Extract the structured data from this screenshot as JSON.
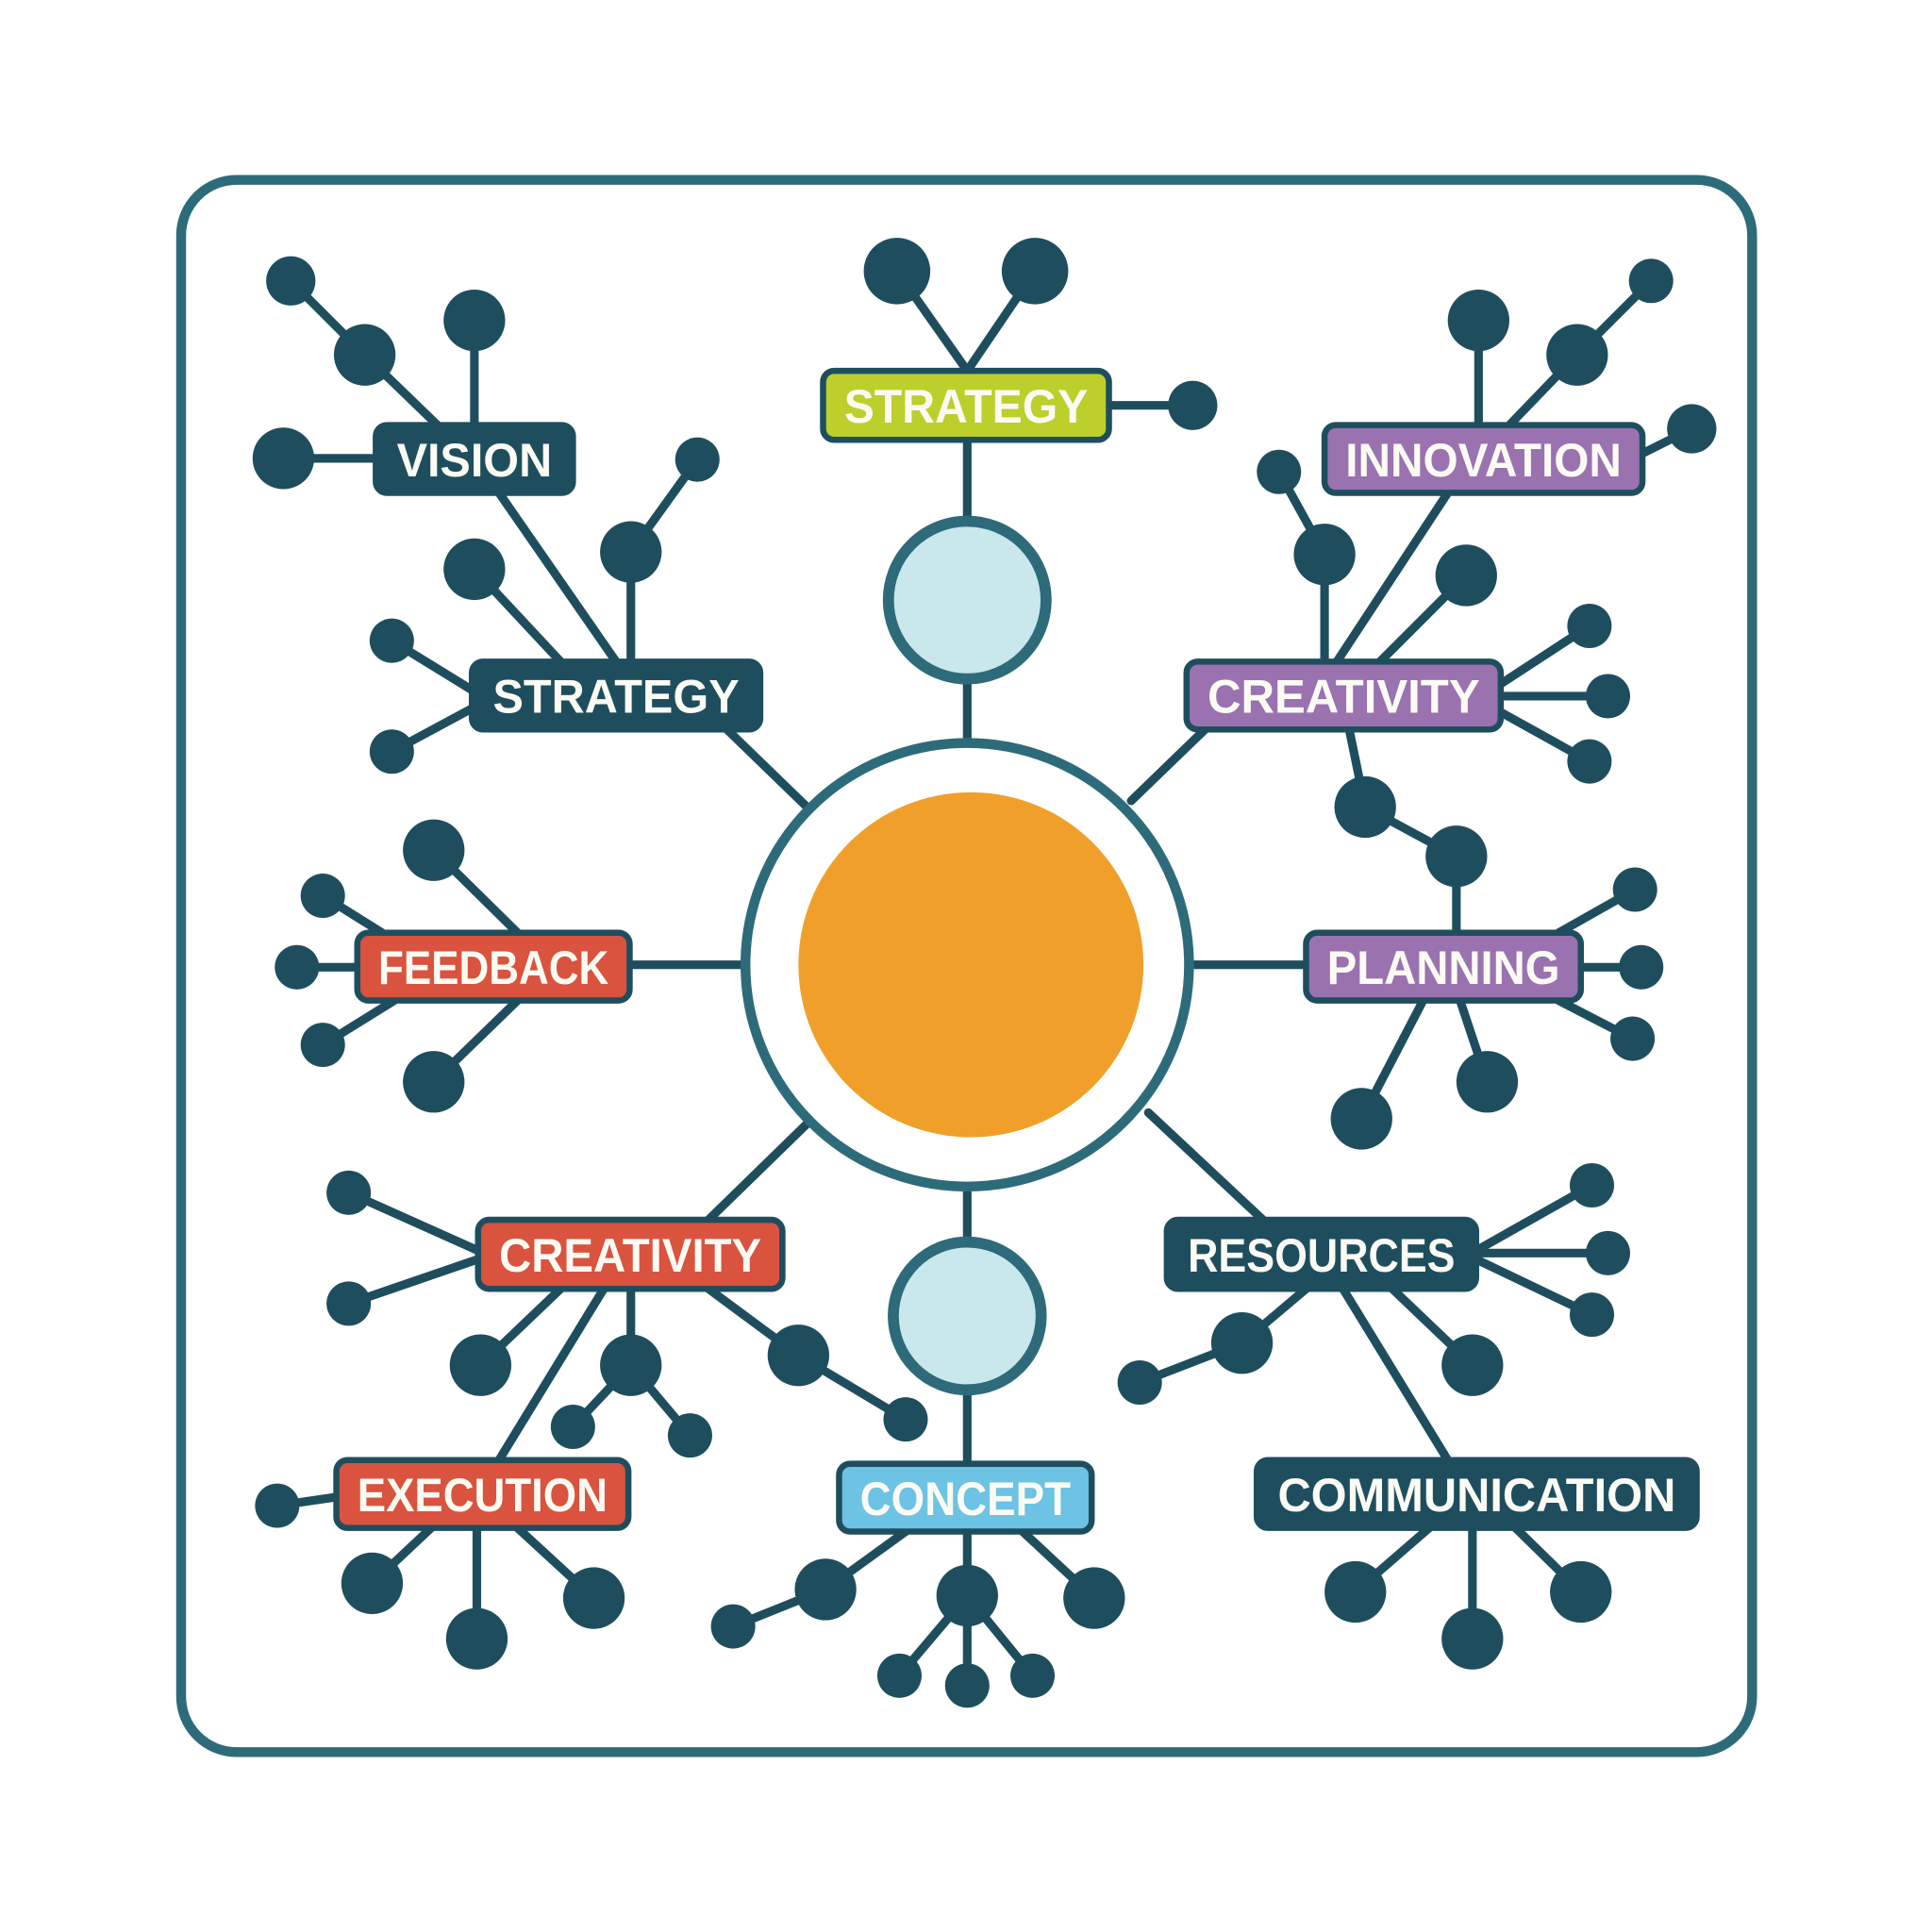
{
  "diagram": {
    "type": "mind-map",
    "colors": {
      "frame": "#2e6b7a",
      "node_dark": "#1e4e5e",
      "center": "#f0a02a",
      "hub": "#c8e8ec",
      "lime": "#bccf2a",
      "purple": "#9a72b0",
      "red": "#d9533f",
      "blue": "#6cc3e3"
    },
    "labels": [
      {
        "text": "STRATEGY",
        "color": "lime"
      },
      {
        "text": "VISION",
        "color": "node_dark"
      },
      {
        "text": "STRATEGY",
        "color": "node_dark"
      },
      {
        "text": "INNOVATION",
        "color": "purple"
      },
      {
        "text": "CREATIVITY",
        "color": "purple"
      },
      {
        "text": "FEEDBACK",
        "color": "red"
      },
      {
        "text": "PLANNING",
        "color": "purple"
      },
      {
        "text": "CREATIVITY",
        "color": "red"
      },
      {
        "text": "RESOURCES",
        "color": "node_dark"
      },
      {
        "text": "EXECUTION",
        "color": "red"
      },
      {
        "text": "CONCEPT",
        "color": "blue"
      },
      {
        "text": "COMMUNICATION",
        "color": "node_dark"
      }
    ]
  }
}
